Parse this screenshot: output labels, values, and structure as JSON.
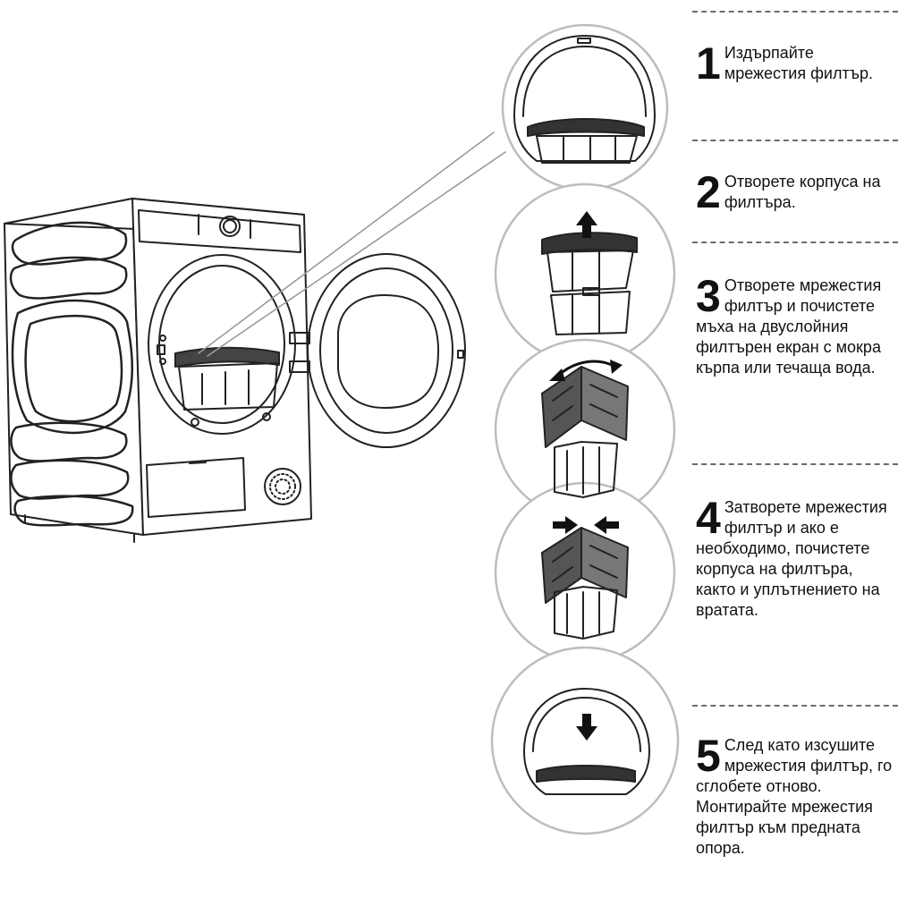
{
  "steps": [
    {
      "number": "1",
      "text": "Издърпайте мрежестия филтър."
    },
    {
      "number": "2",
      "text": "Отворете корпуса на филтъра."
    },
    {
      "number": "3",
      "text": "Отворете мрежестия филтър и почистете мъха на двуслойния филтърен екран с мокра кърпа или течаща вода."
    },
    {
      "number": "4",
      "text": "Затворете мрежестия филтър и ако е необходимо, почистете корпуса на филтъра, както и уплътнението на вратата."
    },
    {
      "number": "5",
      "text": "След като изсушите мрежестия филтър, го сглобете отново. Монтирайте мрежестия филтър към предната опора."
    }
  ],
  "icons": [
    "arrow-up-icon",
    "double-arrow-icon",
    "arrows-inward-icon",
    "arrow-down-icon"
  ]
}
